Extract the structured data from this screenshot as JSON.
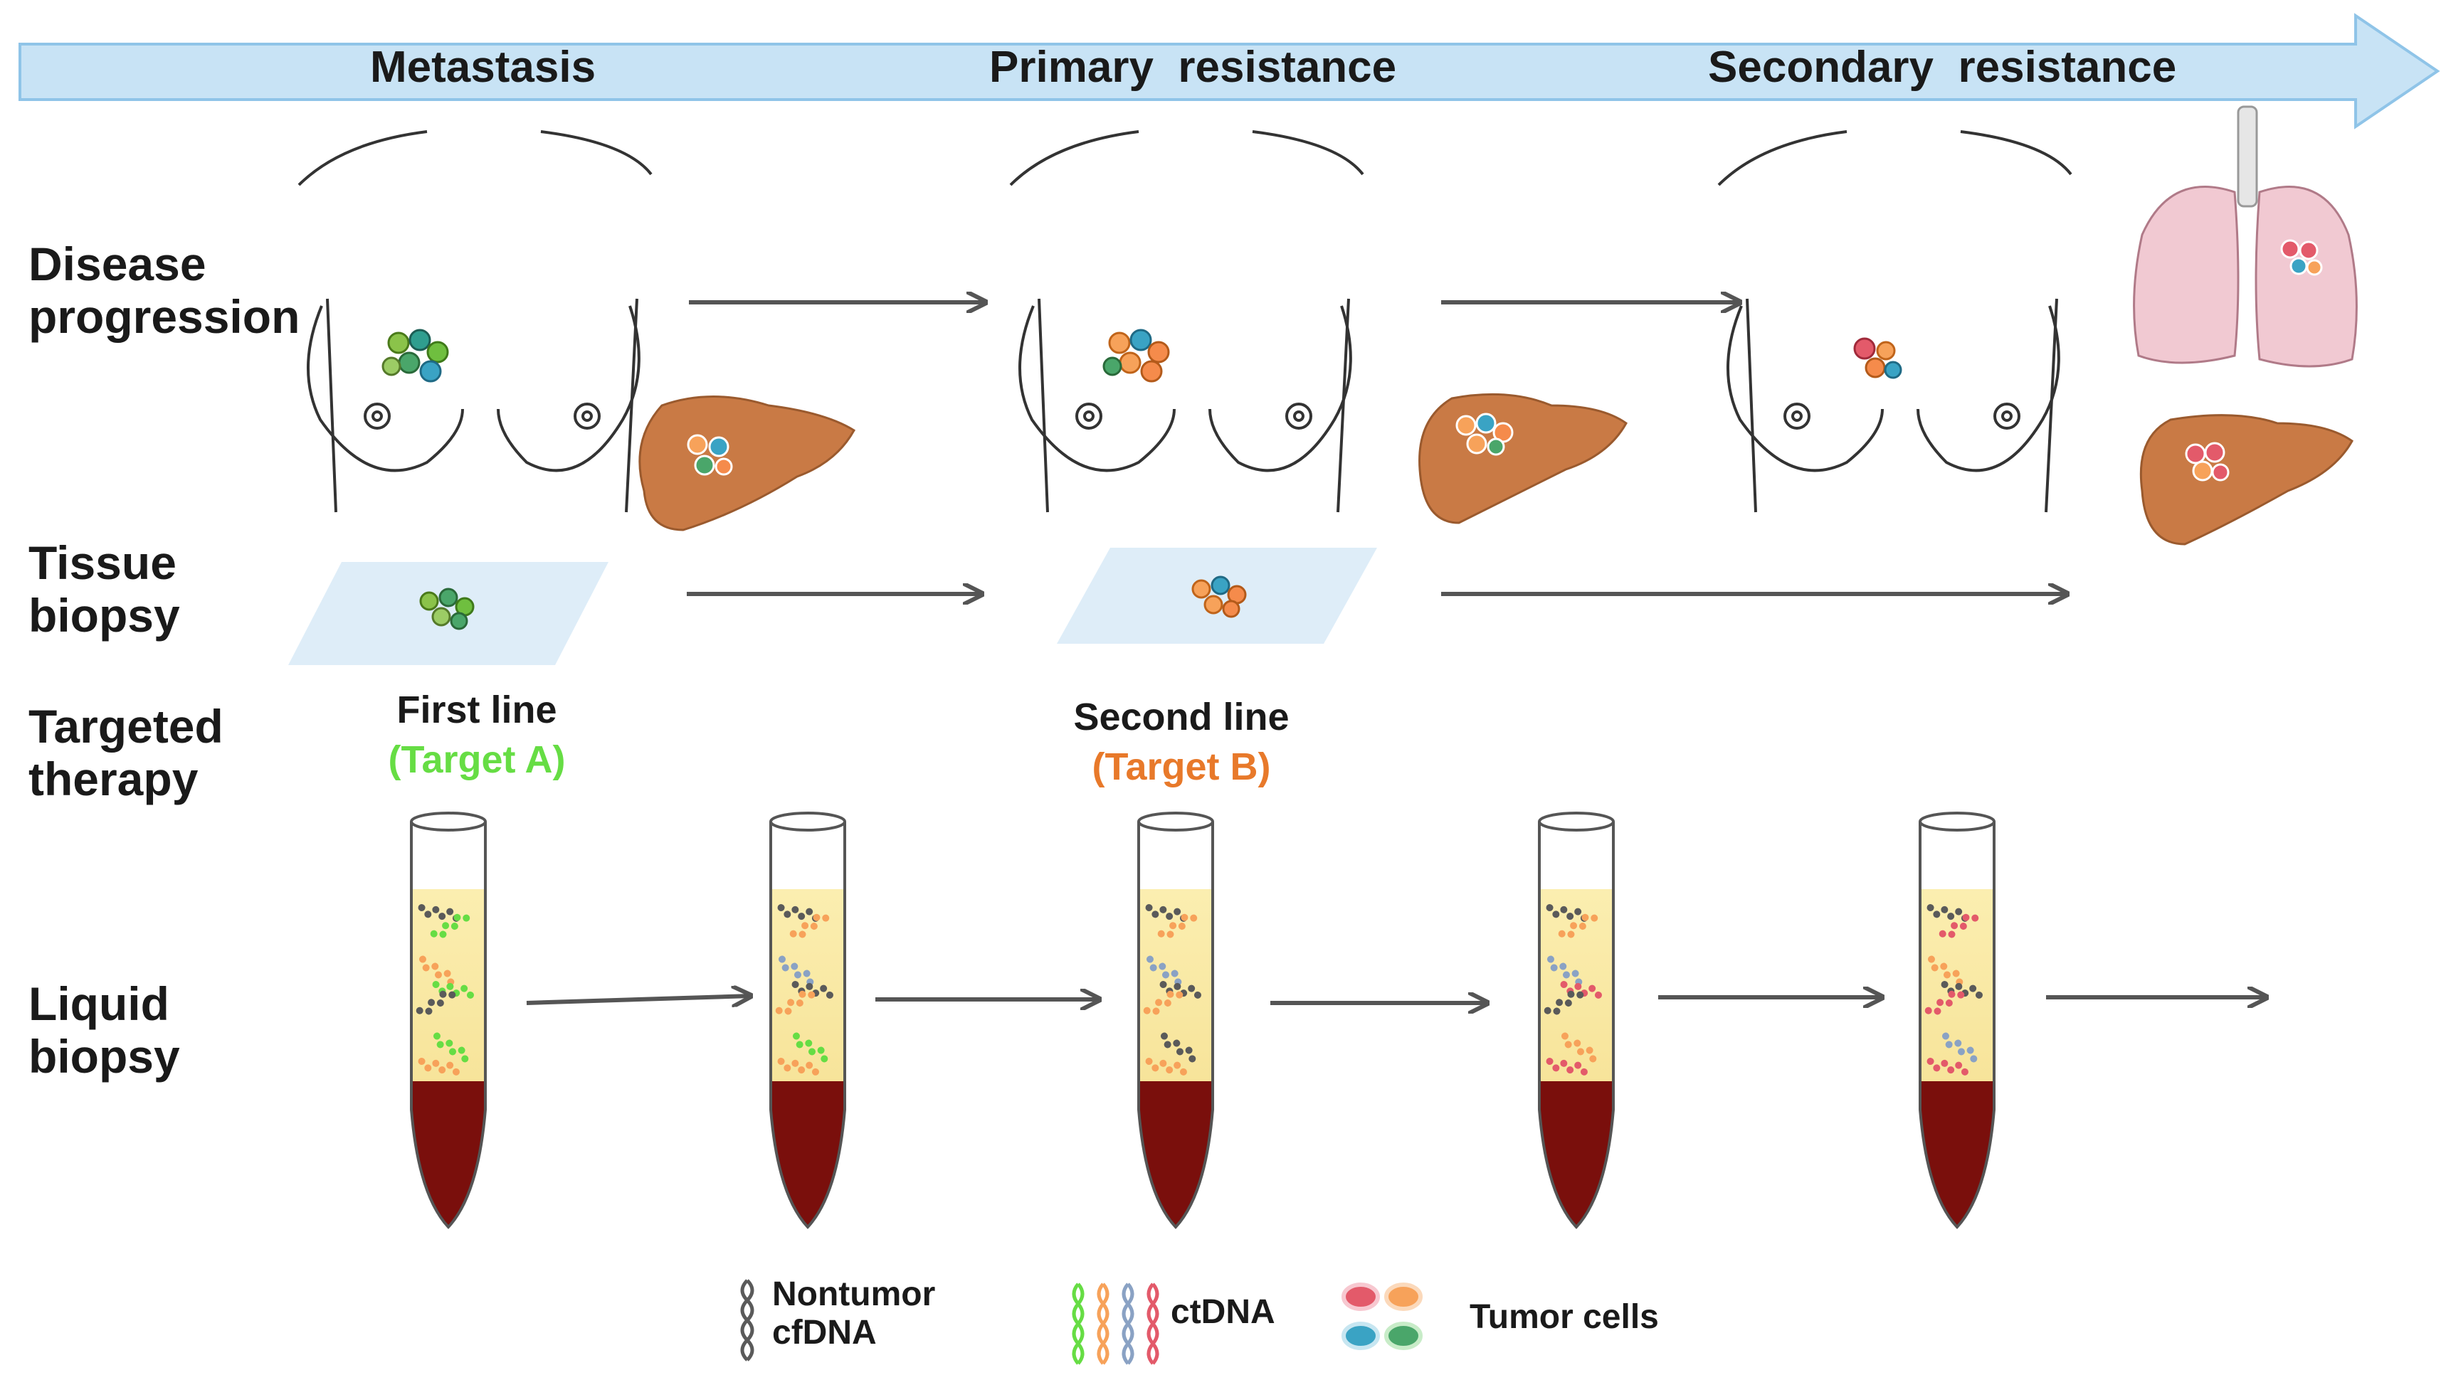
{
  "timeline": {
    "phases": [
      "Metastasis",
      "Primary  resistance",
      "Secondary  resistance"
    ],
    "arrow_color": "#c8e3f5"
  },
  "rows": {
    "disease": "Disease progression",
    "tissue": "Tissue biopsy",
    "therapy": "Targeted therapy",
    "liquid": "Liquid biopsy"
  },
  "therapy": {
    "first_line": "First line",
    "target_a": "(Target A)",
    "second_line": "Second line",
    "target_b": "(Target B)"
  },
  "legend": {
    "nontumor": "Nontumor cfDNA",
    "ctdna": "ctDNA",
    "tumor_cells": "Tumor cells"
  },
  "colors": {
    "target_a": "#66dd44",
    "target_b": "#e8792a",
    "liver": "#c97a45",
    "lung": "#f1c9d2",
    "blood": "#7a0f0c",
    "plasma": "#fbeeb0"
  },
  "icons": [
    "breast-outline-icon",
    "liver-icon",
    "lung-icon",
    "tumor-cluster-icon",
    "blood-tube-icon",
    "dna-strand-icon"
  ]
}
